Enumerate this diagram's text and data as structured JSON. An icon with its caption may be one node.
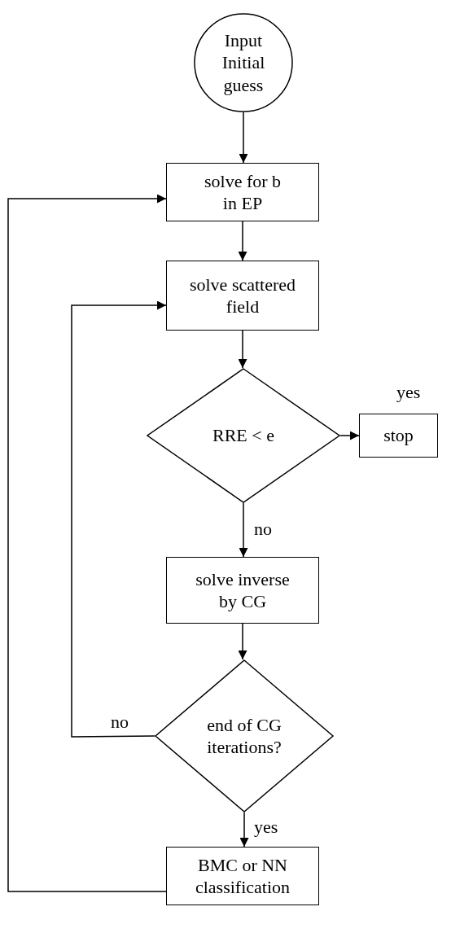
{
  "diagram": {
    "nodes": [
      {
        "text": [
          "Input Initial guess"
        ]
      },
      {
        "text": [
          "solve for b in EP"
        ]
      },
      {
        "text": [
          "solve scattered field"
        ]
      },
      {
        "text": [
          "RRE < e"
        ]
      },
      {
        "text": [
          "stop"
        ]
      },
      {
        "text": [
          "solve inverse by CG"
        ]
      },
      {
        "text": [
          "end of CG iterations?"
        ]
      },
      {
        "text": [
          "BMC or NN classification"
        ]
      }
    ],
    "edges": [
      {
        "from": 0,
        "to": 1,
        "arrow": "to"
      },
      {
        "from": 1,
        "to": 2,
        "arrow": "to"
      },
      {
        "from": 2,
        "to": 3,
        "arrow": "to"
      },
      {
        "from": 3,
        "to": 4,
        "arrow": "to",
        "label": "yes"
      },
      {
        "from": 3,
        "to": 5,
        "arrow": "to",
        "label": "no"
      },
      {
        "from": 5,
        "to": 6,
        "arrow": "to"
      },
      {
        "from": 6,
        "to": 2,
        "arrow": "to",
        "label": "no"
      },
      {
        "from": 6,
        "to": 7,
        "arrow": "to",
        "label": "yes"
      },
      {
        "from": 7,
        "to": 1,
        "arrow": "to"
      }
    ]
  }
}
